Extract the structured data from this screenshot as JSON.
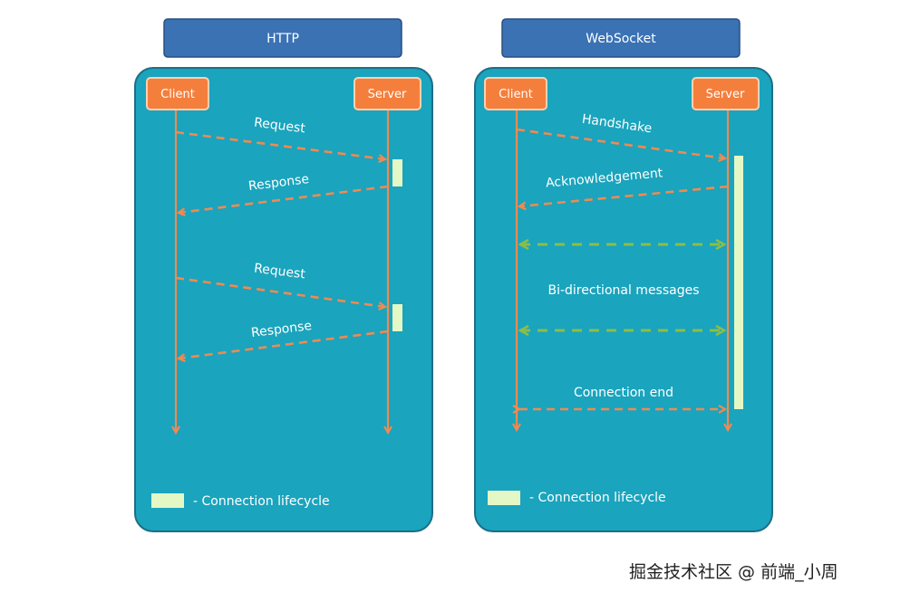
{
  "colors": {
    "panel": "#1aa4bd",
    "panel_border": "#1e6e86",
    "header": "#3a72b4",
    "header_border": "#284f80",
    "actor": "#f47f3c",
    "actor_border": "#fbd0b1",
    "arrow": "#f08a51",
    "bidirectional": "#8cbd49",
    "lifecycle": "#e4f8c6",
    "text": "#ffffff"
  },
  "http": {
    "title": "HTTP",
    "client_label": "Client",
    "server_label": "Server",
    "messages": {
      "request_1": "Request",
      "response_1": "Response",
      "request_2": "Request",
      "response_2": "Response"
    },
    "legend": "- Connection lifecycle"
  },
  "websocket": {
    "title": "WebSocket",
    "client_label": "Client",
    "server_label": "Server",
    "messages": {
      "handshake": "Handshake",
      "acknowledgement": "Acknowledgement",
      "bidirectional": "Bi-directional messages",
      "connection_end": "Connection end"
    },
    "legend": "- Connection lifecycle"
  },
  "watermark": "掘金技术社区 @ 前端_小周"
}
